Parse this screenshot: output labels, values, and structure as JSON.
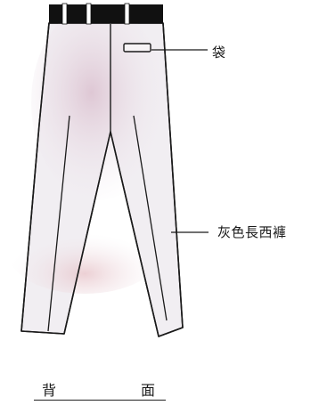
{
  "labels": {
    "pocket": "袋",
    "trousers": "灰色長西褲",
    "view_left": "背",
    "view_right": "面"
  },
  "colors": {
    "outline": "#1a1a1a",
    "waistband": "#111111",
    "fabric_light": "#f1eef2",
    "fabric_tint": "#e3c9d3"
  }
}
